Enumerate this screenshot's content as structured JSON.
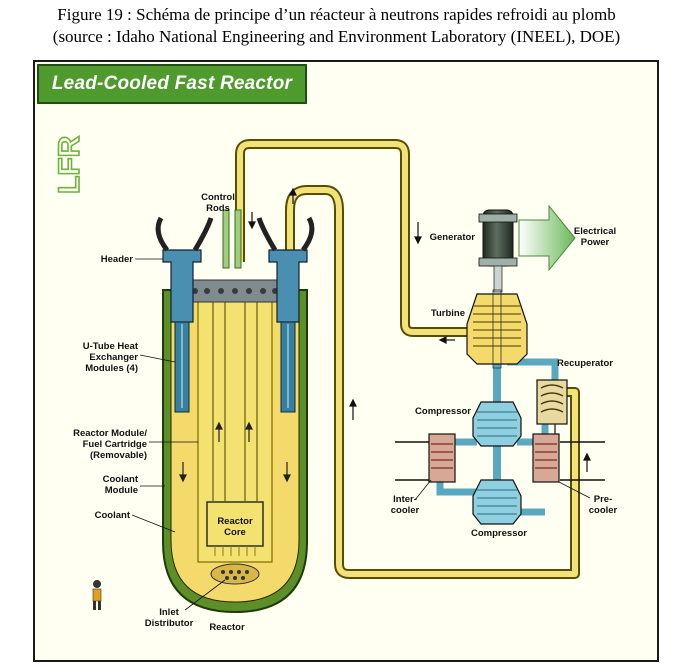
{
  "caption": {
    "line1": "Figure 19 : Schéma de principe d’un réacteur à neutrons rapides refroidi au plomb",
    "line2": "(source : Idaho National Engineering and Environment Laboratory (INEEL), DOE)"
  },
  "banner": {
    "title": "Lead-Cooled Fast Reactor"
  },
  "logo": {
    "text": "LFR"
  },
  "labels": {
    "control_rods": [
      "Control",
      "Rods"
    ],
    "header": "Header",
    "u_tube": [
      "U-Tube Heat",
      "Exchanger",
      "Modules (4)"
    ],
    "reactor_module": [
      "Reactor Module/",
      "Fuel Cartridge",
      "(Removable)"
    ],
    "coolant_module": [
      "Coolant",
      "Module"
    ],
    "coolant": "Coolant",
    "reactor_core": [
      "Reactor",
      "Core"
    ],
    "inlet_distributor": [
      "Inlet",
      "Distributor"
    ],
    "reactor": "Reactor",
    "generator": "Generator",
    "electrical_power": [
      "Electrical",
      "Power"
    ],
    "turbine": "Turbine",
    "recuperator": "Recuperator",
    "compressor_top": "Compressor",
    "intercooler": [
      "Inter-",
      "cooler"
    ],
    "precooler": [
      "Pre-",
      "cooler"
    ],
    "compressor_bottom": "Compressor"
  },
  "colors": {
    "banner_green": "#4f9a2c",
    "lead_coolant": "#f3da6a",
    "vessel_green": "#5c8f28",
    "pipe_yellow": "#f2e27a",
    "heat_exchanger_blue": "#3b7fa0",
    "gas_loop_blue": "#8fd0e0",
    "power_arrow_green": "#7fc06a"
  }
}
